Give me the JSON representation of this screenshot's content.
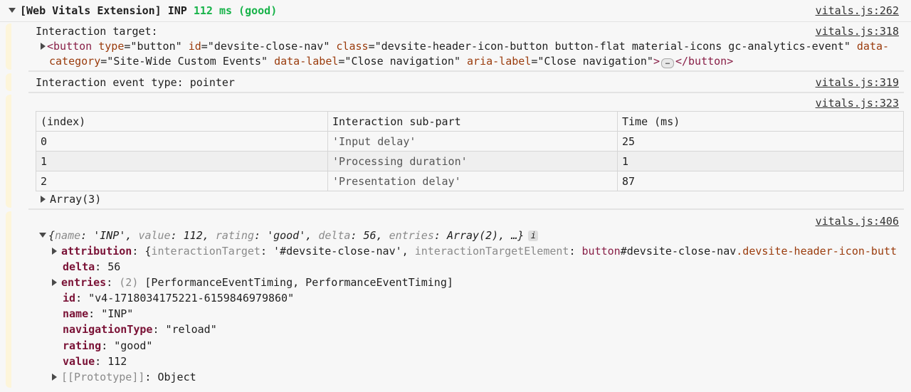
{
  "header": {
    "prefix": "[Web Vitals Extension] INP ",
    "metric": "112 ms (good)",
    "source": "vitals.js:262"
  },
  "colors": {
    "good": "#18b34a",
    "group_bar": "#fdf5da"
  },
  "target_log": {
    "label": "Interaction target:",
    "source": "vitals.js:318",
    "element": {
      "open": "<button",
      "attrs": [
        {
          "name": "type",
          "value": "button"
        },
        {
          "name": "id",
          "value": "devsite-close-nav"
        },
        {
          "name": "class",
          "value": "devsite-header-icon-button button-flat material-icons gc-analytics-event"
        },
        {
          "name": "data-category",
          "value": "Site-Wide Custom Events"
        },
        {
          "name": "data-label",
          "value": "Close navigation"
        },
        {
          "name": "aria-label",
          "value": "Close navigation"
        }
      ],
      "ellipsis": "…",
      "close": "</button>"
    }
  },
  "event_type_log": {
    "text": "Interaction event type: pointer",
    "source": "vitals.js:319"
  },
  "table_log": {
    "source": "vitals.js:323",
    "columns": [
      "(index)",
      "Interaction sub-part",
      "Time (ms)"
    ],
    "rows": [
      [
        "0",
        "'Input delay'",
        "25"
      ],
      [
        "1",
        "'Processing duration'",
        "1"
      ],
      [
        "2",
        "'Presentation delay'",
        "87"
      ]
    ],
    "array_label": "Array(3)"
  },
  "object_log": {
    "source": "vitals.js:406",
    "summary": {
      "name": "'INP'",
      "value": "112",
      "rating": "'good'",
      "delta": "56",
      "entries": "Array(2)",
      "more": "…}"
    },
    "info": "i",
    "attribution": {
      "key": "attribution",
      "interactionTarget": "'#devsite-close-nav'",
      "elementTag": "button",
      "elementId": "#devsite-close-nav",
      "elementClass": ".devsite-header-icon-butt"
    },
    "delta": {
      "key": "delta",
      "value": "56"
    },
    "entries": {
      "key": "entries",
      "count": "(2)",
      "value": "[PerformanceEventTiming, PerformanceEventTiming]"
    },
    "id": {
      "key": "id",
      "value": "\"v4-1718034175221-6159846979860\""
    },
    "name": {
      "key": "name",
      "value": "\"INP\""
    },
    "navigationType": {
      "key": "navigationType",
      "value": "\"reload\""
    },
    "rating": {
      "key": "rating",
      "value": "\"good\""
    },
    "value": {
      "key": "value",
      "value": "112"
    },
    "prototype": {
      "key": "[[Prototype]]",
      "value": "Object"
    }
  }
}
